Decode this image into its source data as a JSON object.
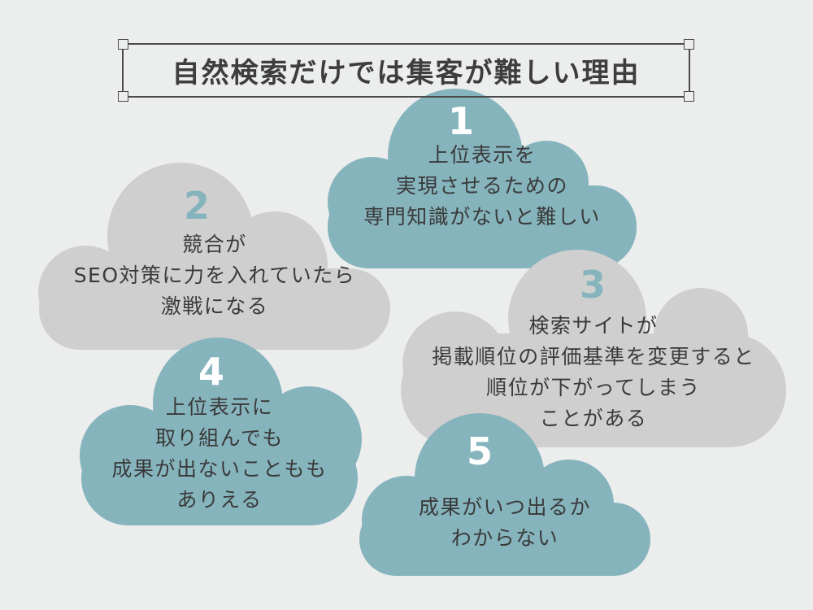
{
  "title": "自然検索だけでは集客が難しい理由",
  "colors": {
    "teal": "#86b4bd",
    "gray": "#cfcfcf",
    "background": "#eceded",
    "number_on_gray": "#86b4bd",
    "number_on_teal": "#ffffff"
  },
  "reasons": [
    {
      "number": "1",
      "lines": [
        "上位表示を",
        "実現させるための",
        "専門知識がないと難しい"
      ]
    },
    {
      "number": "2",
      "lines": [
        "競合が",
        "SEO対策に力を入れていたら",
        "激戦になる"
      ]
    },
    {
      "number": "3",
      "lines": [
        "検索サイトが",
        "掲載順位の評価基準を変更すると",
        "順位が下がってしまう",
        "ことがある"
      ]
    },
    {
      "number": "4",
      "lines": [
        "上位表示に",
        "取り組んでも",
        "成果が出ないこともも",
        "ありえる"
      ]
    },
    {
      "number": "5",
      "lines": [
        "成果がいつ出るか",
        "わからない"
      ]
    }
  ]
}
